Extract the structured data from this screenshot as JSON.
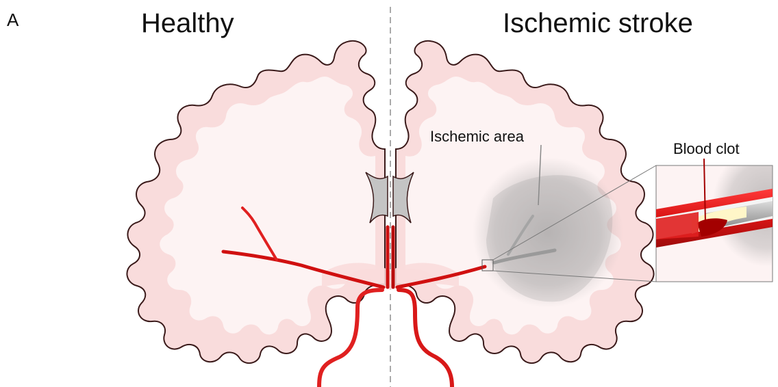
{
  "panel_letter": "A",
  "titles": {
    "left": "Healthy",
    "right": "Ischemic stroke"
  },
  "labels": {
    "ischemic_area": "Ischemic area",
    "blood_clot": "Blood clot"
  },
  "colors": {
    "brain_outline": "#3a1a1a",
    "gray_matter": "#f9dcdc",
    "white_matter": "#fdf3f3",
    "artery": "#e02020",
    "artery_dark": "#b80c0c",
    "ischemic_shade": "#9a9a9a",
    "ventricle": "#c4c4c4",
    "clot": "#a30000",
    "plaque": "#fff6c8"
  }
}
